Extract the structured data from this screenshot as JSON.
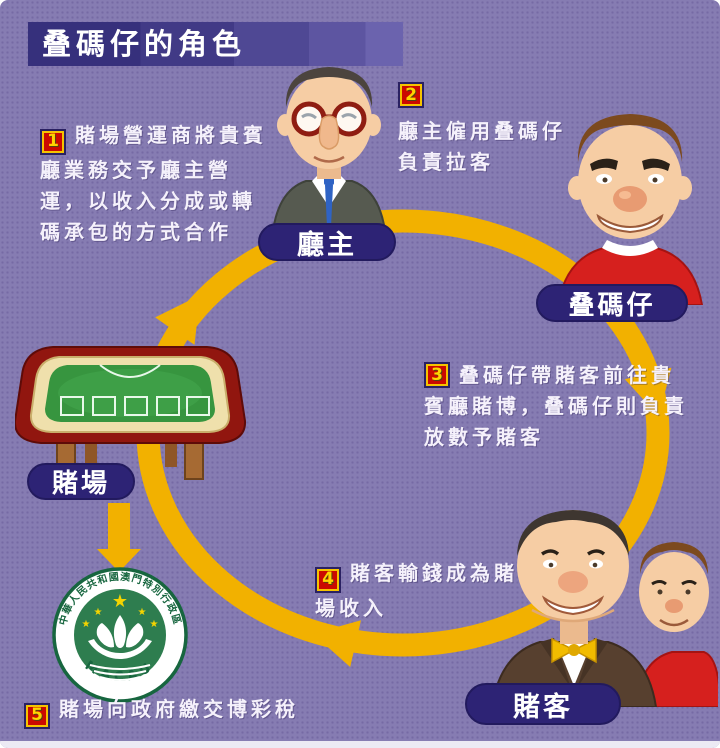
{
  "title": "叠碼仔的角色",
  "steps": [
    {
      "num": "1",
      "text": "賭場營運商將貴賓廳業務交予廳主營運，以收入分成或轉碼承包的方式合作"
    },
    {
      "num": "2",
      "text": "廳主僱用叠碼仔負責拉客"
    },
    {
      "num": "3",
      "text": "叠碼仔帶賭客前往貴賓廳賭博，叠碼仔則負責放數予賭客"
    },
    {
      "num": "4",
      "text": "賭客輸錢成為賭場收入"
    },
    {
      "num": "5",
      "text": "賭場向政府繳交博彩稅"
    }
  ],
  "roles": {
    "boss": "廳主",
    "junket": "叠碼仔",
    "casino": "賭場",
    "gambler": "賭客"
  },
  "emblem": {
    "arc_text": "中華人民共和國澳門特別行政區",
    "name": "MACAU",
    "star": "★"
  },
  "colors": {
    "background_purple": "#867CB2",
    "titlebar_navy": "#36307C",
    "cycle_ring_gold": "#F2B100",
    "pill_navy": "#2D2375",
    "step_number_red": "#CB0A00",
    "step_number_yellow": "#FFD400",
    "emblem_green": "#17663F",
    "table_felt_green": "#37953F",
    "table_rim_red": "#91160F"
  }
}
